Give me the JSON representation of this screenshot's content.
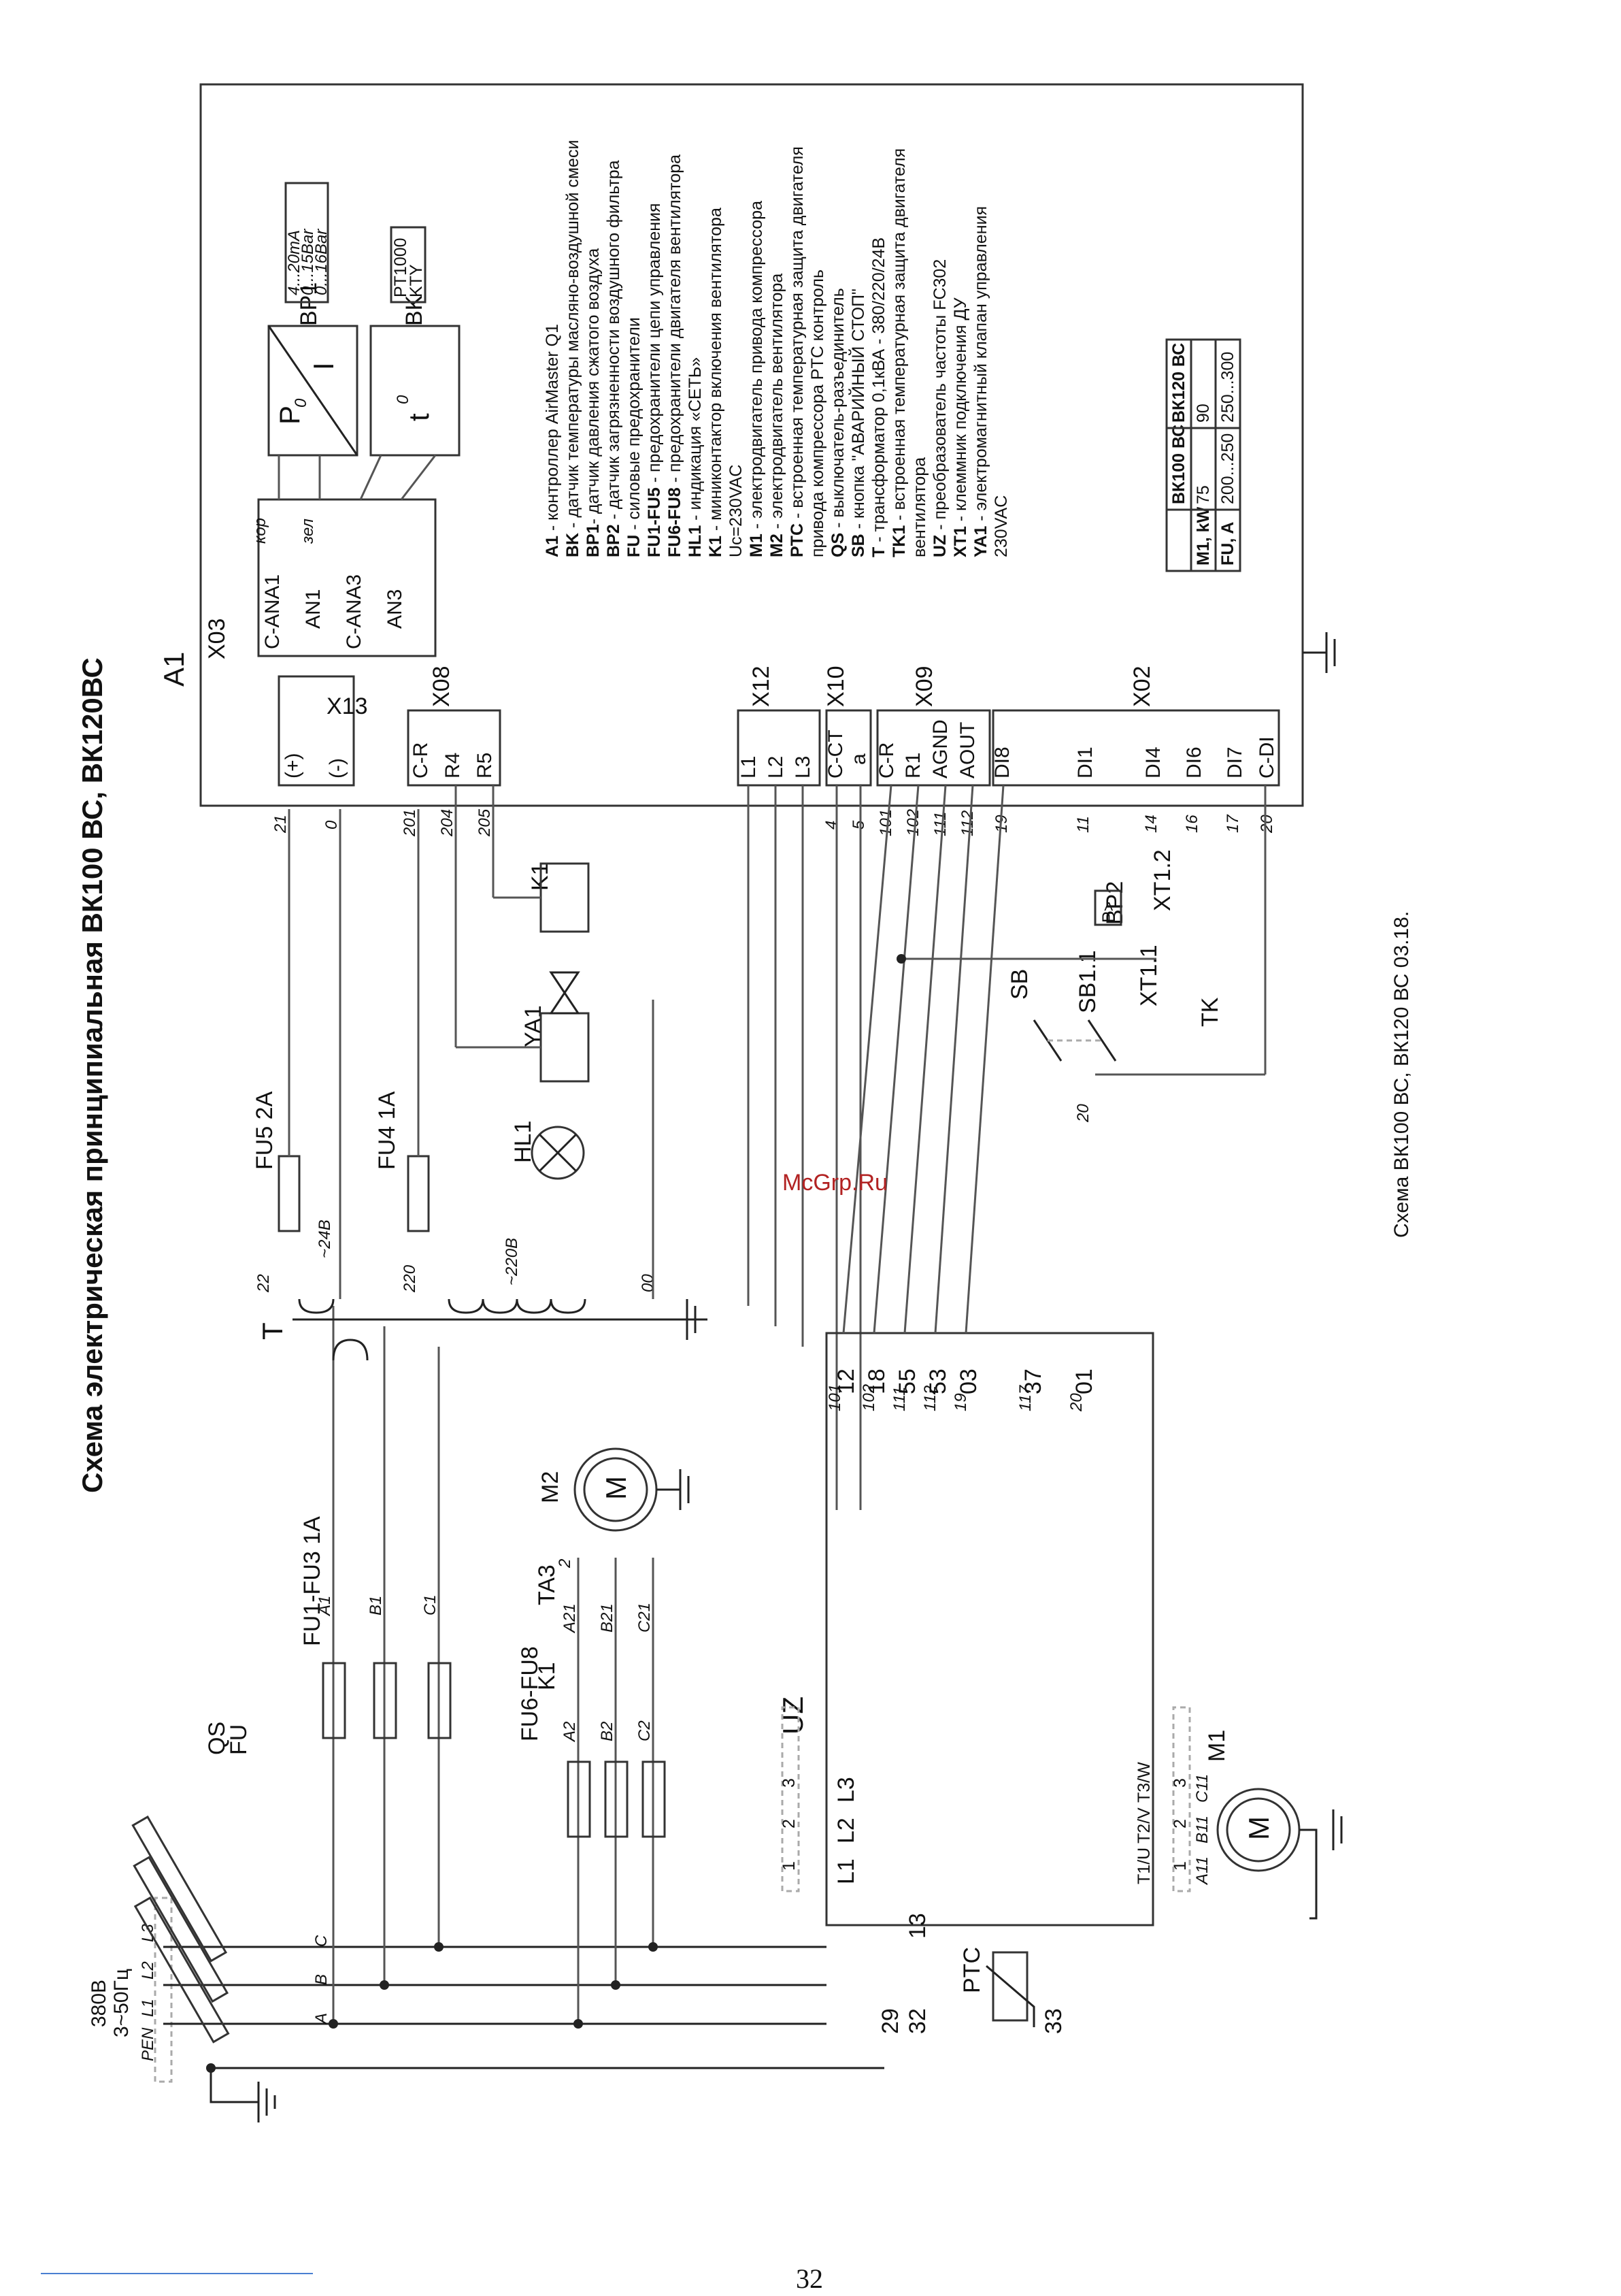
{
  "title": "Схема электрическая принципиальная ВК100 ВС, ВК120ВС",
  "watermark": "McGrp.Ru",
  "caption": "Схема ВК100 ВС, ВК120 ВС  03.18.",
  "page_number": "32",
  "supply": {
    "voltage": "380В",
    "frequency": "3~50Гц",
    "phases": [
      "PEN",
      "L1",
      "L2",
      "L3"
    ],
    "phase_labels": [
      "A",
      "B",
      "C"
    ]
  },
  "components": {
    "QS": "QS",
    "FU": "FU",
    "FU1_FU3": "FU1-FU3 1A",
    "FU6_FU8": "FU6-FU8",
    "K1": "K1",
    "TA3": "TA3",
    "M2": "M2",
    "M": "M",
    "T": "T",
    "FU5": "FU5 2A",
    "FU4": "FU4 1A",
    "HL1": "HL1",
    "YA1": "YA1",
    "A1": "A1",
    "UZ": "UZ",
    "M1": "M1",
    "PTC": "PTC",
    "SB": "SB",
    "SB1_1": "SB1.1",
    "BP2": "BP2",
    "XT1_1": "XT1.1",
    "XT1_2": "XT1.2",
    "TK": "TK",
    "BP1": "BP1",
    "BK": "BK",
    "P0": "P",
    "P0_sub": "0",
    "I": "I",
    "t0": "t",
    "t0_sup": "0",
    "v24": "~24В",
    "v220": "~220В"
  },
  "bp1_ratings": [
    "4...20mA",
    "0...15Bar",
    "0...16Bar"
  ],
  "bk_ratings": [
    "PT1000",
    "KTY"
  ],
  "bp2_symbol": "P>",
  "wires": {
    "A1": "A1",
    "B1": "B1",
    "C1": "C1",
    "A2": "A2",
    "B2": "B2",
    "C2": "C2",
    "A21": "A21",
    "B21": "B21",
    "C21": "C21",
    "w2": "2",
    "w22": "22",
    "w220": "220",
    "w00": "00",
    "w21": "21",
    "w0": "0",
    "w201": "201",
    "w204": "204",
    "w205": "205",
    "w4": "4",
    "w5": "5",
    "w101": "101",
    "w102": "102",
    "w111": "111",
    "w112": "112",
    "w19": "19",
    "w11": "11",
    "w14": "14",
    "w16": "16",
    "w17": "17",
    "w20": "20",
    "w117": "117",
    "kor": "кор",
    "zel": "зел"
  },
  "uz_terminals": {
    "in": [
      "L1",
      "L2",
      "L3"
    ],
    "in_nums": [
      "1",
      "2",
      "3"
    ],
    "left": [
      "29",
      "32",
      "13",
      "33"
    ],
    "right": [
      "12",
      "18",
      "55",
      "53",
      "03",
      "37",
      "01"
    ],
    "out": [
      "T1/U",
      "T2/V",
      "T3/W"
    ],
    "out_nums": [
      "1",
      "2",
      "3"
    ],
    "m1_wires": [
      "A11",
      "B11",
      "C11"
    ]
  },
  "a1_terminals": {
    "X13": {
      "label": "X13",
      "pins": [
        "(+)",
        "(-)"
      ]
    },
    "X08": {
      "label": "X08",
      "pins": [
        "C-R",
        "R4",
        "R5"
      ]
    },
    "X12": {
      "label": "X12",
      "pins": [
        "L1",
        "L2",
        "L3"
      ]
    },
    "X10": {
      "label": "X10",
      "pins": [
        "C-CT",
        "a"
      ]
    },
    "X09": {
      "label": "X09",
      "pins": [
        "C-R",
        "R1",
        "AGND",
        "AOUT"
      ]
    },
    "X02": {
      "label": "X02",
      "pins": [
        "DI8",
        "DI1",
        "DI4",
        "DI6",
        "DI7",
        "C-DI"
      ]
    },
    "X03": {
      "label": "X03",
      "pins": [
        "C-ANA1",
        "AN1",
        "C-ANA3",
        "AN3"
      ]
    }
  },
  "legend": [
    {
      "key": "A1",
      "text": " - контроллер AirMaster Q1"
    },
    {
      "key": "BK",
      "text": " - датчик температуры масляно-воздушной смеси"
    },
    {
      "key": "BP1",
      "text": "- датчик давления сжатого воздуха"
    },
    {
      "key": "BP2",
      "text": " - датчик загрязненности воздушного фильтра"
    },
    {
      "key": "FU",
      "text": " - силовые предохранители"
    },
    {
      "key": "FU1-FU5",
      "text": " - предохранители цепи управления"
    },
    {
      "key": "FU6-FU8",
      "text": " - предохранители двигателя вентилятора"
    },
    {
      "key": "HL1",
      "text": " - индикация «СЕТЬ»"
    },
    {
      "key": "K1",
      "text": " - миниконтактор включения  вентилятора"
    },
    {
      "key": "",
      "text": "Uc=230VAC"
    },
    {
      "key": "M1",
      "text": " - электродвигатель привода компрессора"
    },
    {
      "key": "M2",
      "text": " - электродвигатель вентилятора"
    },
    {
      "key": "PTC",
      "text": " - встроенная температурная защита двигателя"
    },
    {
      "key": "",
      "text": "привода компрессора PTC контроль"
    },
    {
      "key": "QS",
      "text": " - выключатель-разъединитель"
    },
    {
      "key": "SB",
      "text": " - кнопка \"АВАРИЙНЫЙ СТОП\""
    },
    {
      "key": "T",
      "text": " - трансформатор 0,1кВА - 380/220/24В"
    },
    {
      "key": "TK1",
      "text": " - встроенная температурная защита двигателя"
    },
    {
      "key": "",
      "text": "вентилятора"
    },
    {
      "key": "UZ",
      "text": " - преобразователь частоты  FC302"
    },
    {
      "key": "XT1",
      "text": " -  клеммник подключения ДУ"
    },
    {
      "key": "YA1",
      "text": " -  электромагнитный  клапан  управления"
    },
    {
      "key": "",
      "text": "230VAC"
    }
  ],
  "spec_table": {
    "headers": [
      "",
      "ВК100 ВС",
      "ВК120 ВС"
    ],
    "rows": [
      [
        "M1, kW",
        "75",
        "90"
      ],
      [
        "FU, A",
        "200...250",
        "250...300"
      ]
    ]
  }
}
